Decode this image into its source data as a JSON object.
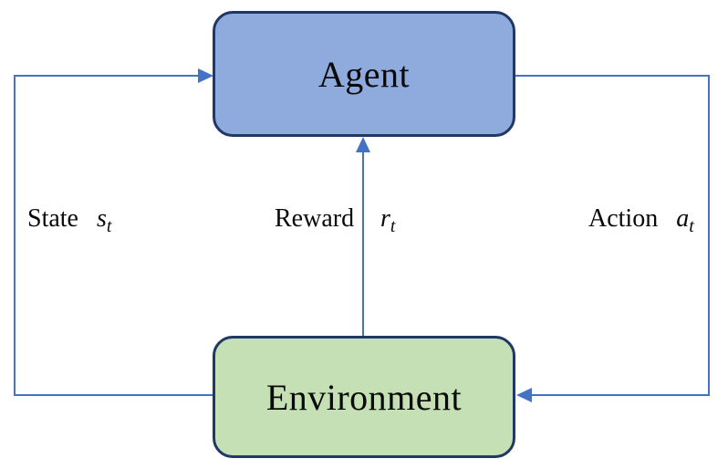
{
  "diagram": {
    "nodes": {
      "agent": {
        "label": "Agent",
        "fill": "#8FAADC",
        "border": "#1F3864"
      },
      "environment": {
        "label": "Environment",
        "fill": "#C5E0B4",
        "border": "#1F3864"
      }
    },
    "edges": {
      "state": {
        "word": "State",
        "var": "s",
        "sub": "t"
      },
      "reward": {
        "word": "Reward",
        "var": "r",
        "sub": "t"
      },
      "action": {
        "word": "Action",
        "var": "a",
        "sub": "t"
      }
    },
    "colors": {
      "arrow": "#4472C4",
      "node_border": "#1F3864",
      "agent_fill": "#8FAADC",
      "environment_fill": "#C5E0B4",
      "text": "#000000"
    }
  }
}
